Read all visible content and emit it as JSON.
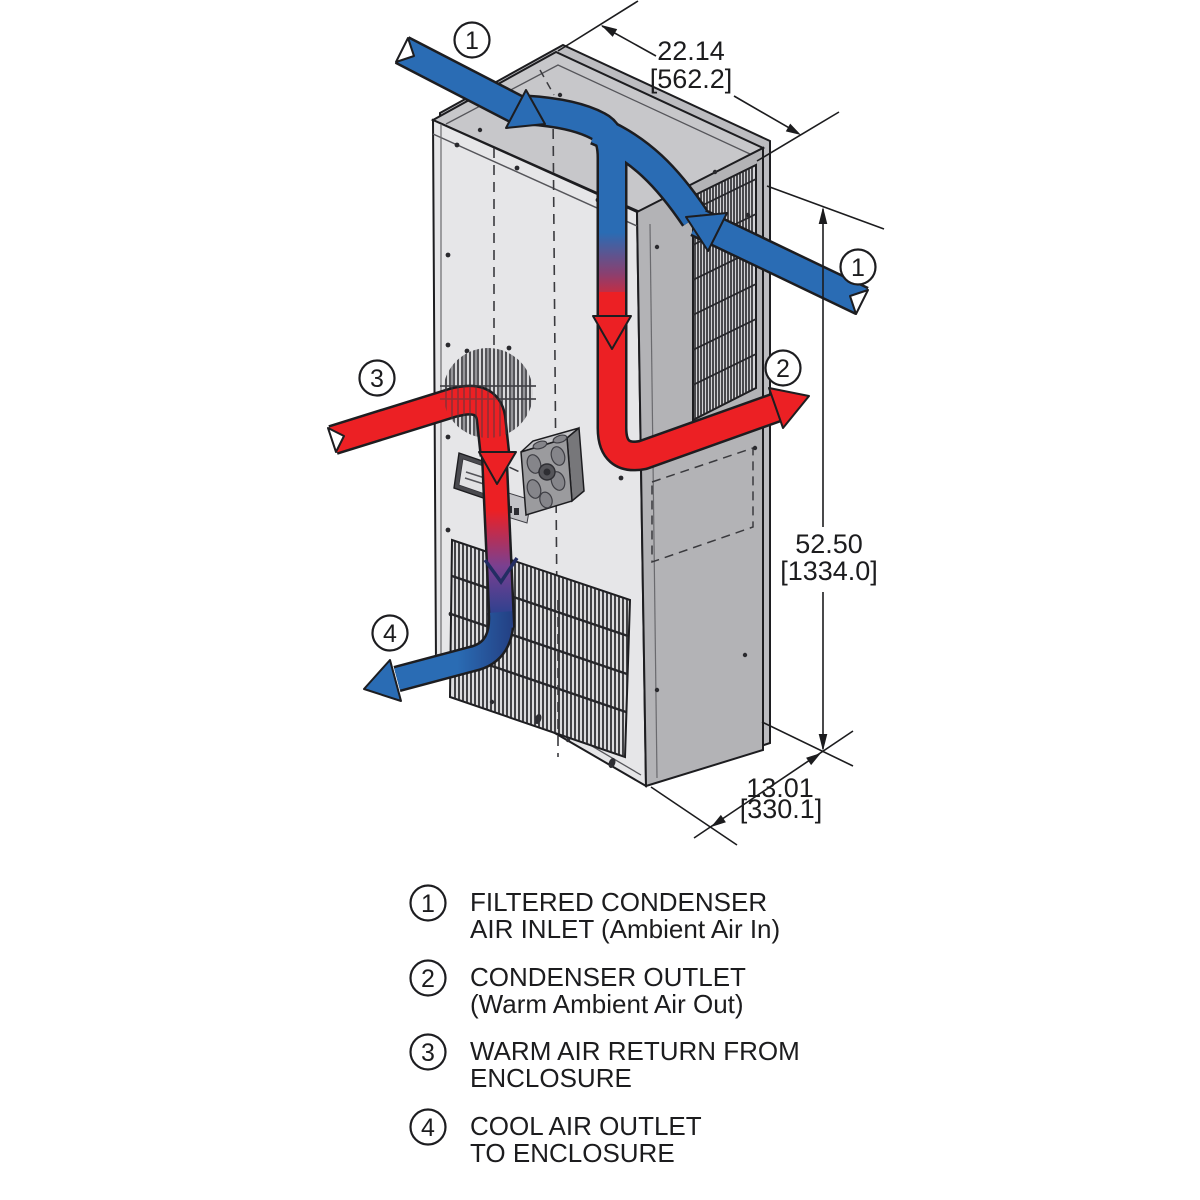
{
  "diagram": {
    "title": "enclosure-air-conditioner-airflow-diagram",
    "dimensions": {
      "width": {
        "in": "22.14",
        "mm": "[562.2]"
      },
      "height": {
        "in": "52.50",
        "mm": "[1334.0]"
      },
      "depth": {
        "in": "13.01",
        "mm": "[330.1]"
      }
    },
    "callouts": {
      "c1_top": "1",
      "c1_right": "1",
      "c2": "2",
      "c3": "3",
      "c4": "4"
    },
    "legend": [
      {
        "num": "1",
        "line1": "FILTERED CONDENSER",
        "line2": "AIR INLET (Ambient Air In)"
      },
      {
        "num": "2",
        "line1": "CONDENSER OUTLET",
        "line2": "(Warm Ambient Air Out)"
      },
      {
        "num": "3",
        "line1": "WARM AIR RETURN FROM",
        "line2": "ENCLOSURE"
      },
      {
        "num": "4",
        "line1": "COOL AIR OUTLET",
        "line2": "TO ENCLOSURE"
      }
    ],
    "colors": {
      "cool_air": "#2a6cb4",
      "warm_air": "#ec2024",
      "cabinet_front": "#e6e6e8",
      "cabinet_top": "#c7c7ca",
      "cabinet_side": "#b3b3b6",
      "outline": "#1d1d20"
    }
  }
}
